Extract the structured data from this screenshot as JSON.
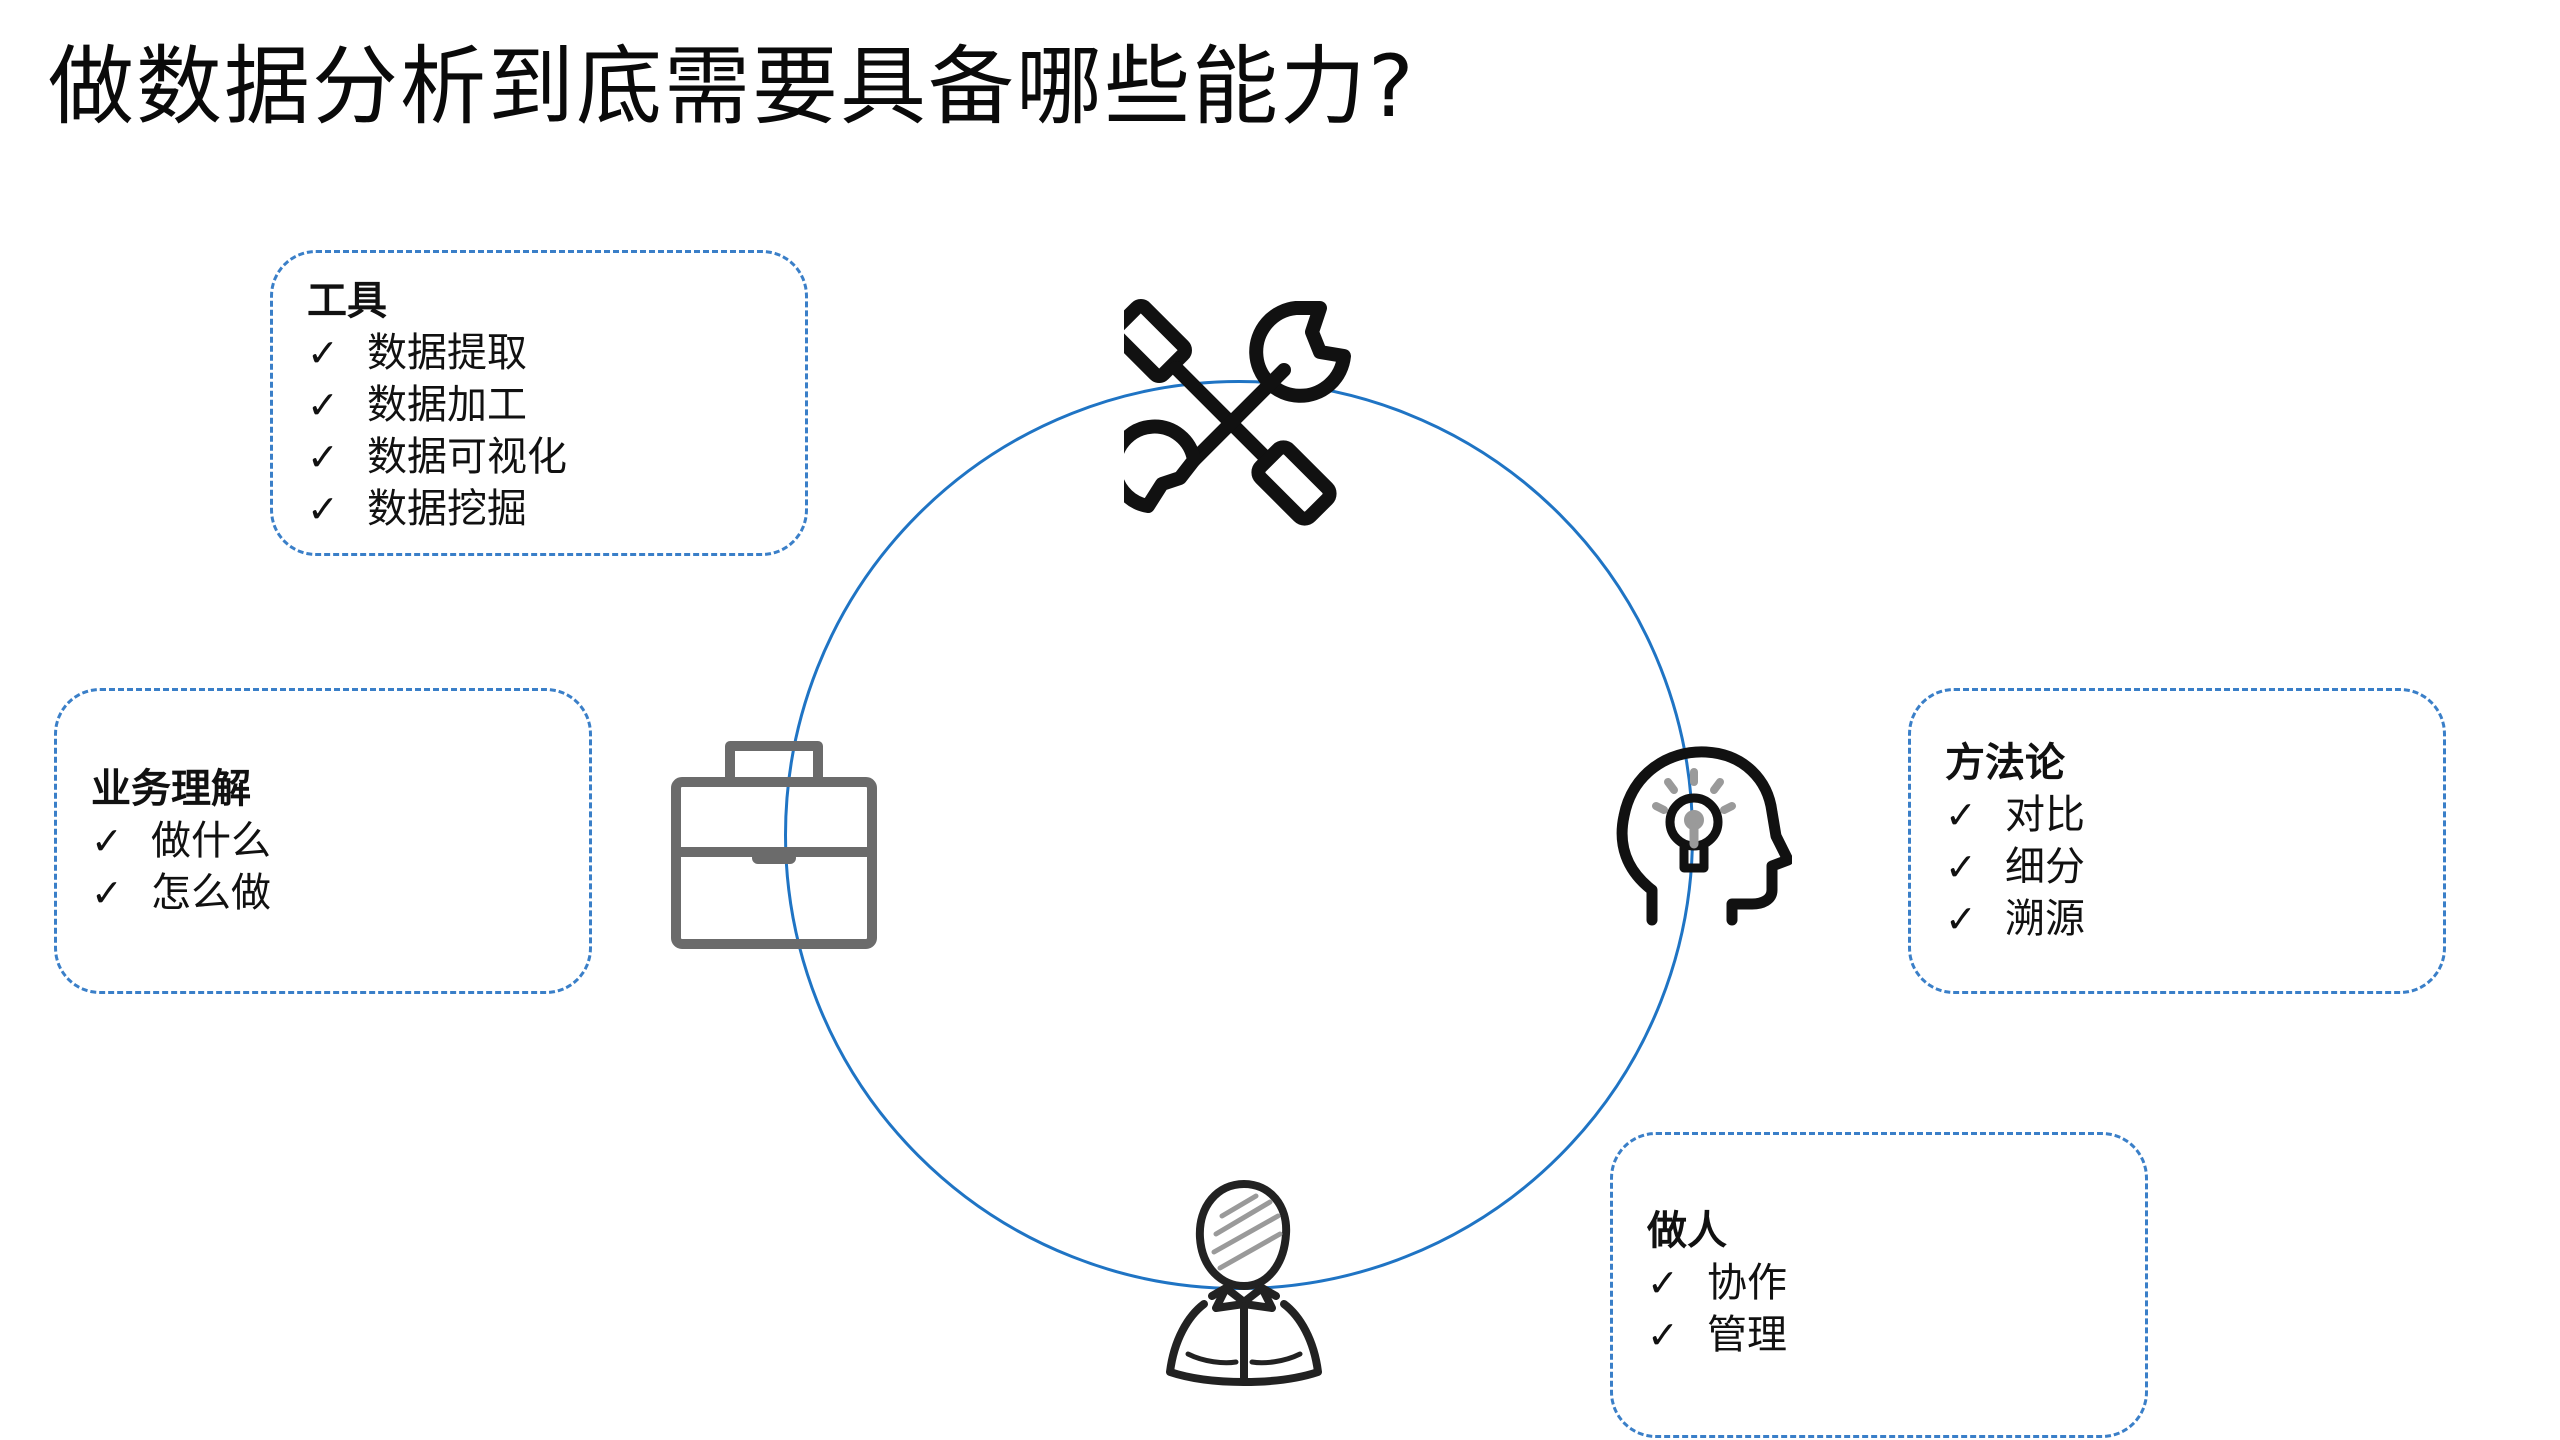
{
  "title": "做数据分析到底需要具备哪些能力?",
  "check_mark": "✓",
  "cards": {
    "tools": {
      "title": "工具",
      "items": [
        "数据提取",
        "数据加工",
        "数据可视化",
        "数据挖掘"
      ]
    },
    "business": {
      "title": "业务理解",
      "items": [
        "做什么",
        "怎么做"
      ]
    },
    "method": {
      "title": "方法论",
      "items": [
        "对比",
        "细分",
        "溯源"
      ]
    },
    "people": {
      "title": "做人",
      "items": [
        "协作",
        "管理"
      ]
    }
  },
  "colors": {
    "ring": "#1f74c4",
    "card_border": "#3a7fc8",
    "briefcase": "#6b6b6b",
    "icon": "#111111"
  },
  "icons": [
    "tools-icon",
    "briefcase-icon",
    "idea-head-icon",
    "person-icon"
  ]
}
